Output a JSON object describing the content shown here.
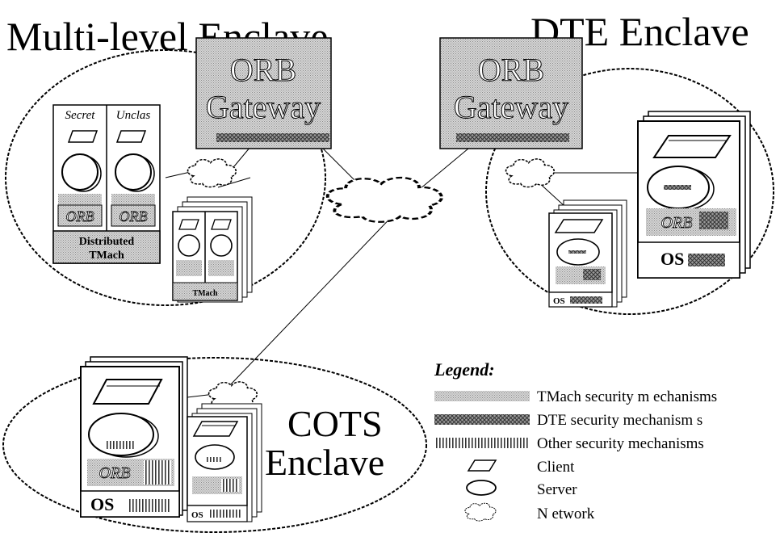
{
  "diagram": {
    "enclaves": {
      "multilevel": {
        "title": "Multi-level Enclave",
        "col_secret": "Secret",
        "col_unclas": "Unclas",
        "orb_left": "ORB",
        "orb_right": "ORB",
        "kernel_line1": "Distributed",
        "kernel_line2": "TMach",
        "small_tower_label": "TMach"
      },
      "dte": {
        "title": "DTE Enclave",
        "orb": "ORB",
        "os": "OS",
        "small_os": "OS"
      },
      "cots": {
        "title_line1": "COTS",
        "title_line2": "Enclave",
        "orb": "ORB",
        "os": "OS",
        "small_os": "OS"
      }
    },
    "gateways": {
      "left": {
        "line1": "ORB",
        "line2": "Gateway"
      },
      "right": {
        "line1": "ORB",
        "line2": "Gateway"
      }
    },
    "legend": {
      "title": "Legend:",
      "items": [
        {
          "pattern": "tmach-dots",
          "label": "TMach security m echanisms"
        },
        {
          "pattern": "dte-crosshatch",
          "label": "DTE security mechanism s"
        },
        {
          "pattern": "other-vertical",
          "label": "Other security mechanisms"
        },
        {
          "pattern": "client-parallelogram",
          "label": "Client"
        },
        {
          "pattern": "server-ellipse",
          "label": "Server"
        },
        {
          "pattern": "network-cloud",
          "label": "N etwork"
        }
      ]
    }
  }
}
